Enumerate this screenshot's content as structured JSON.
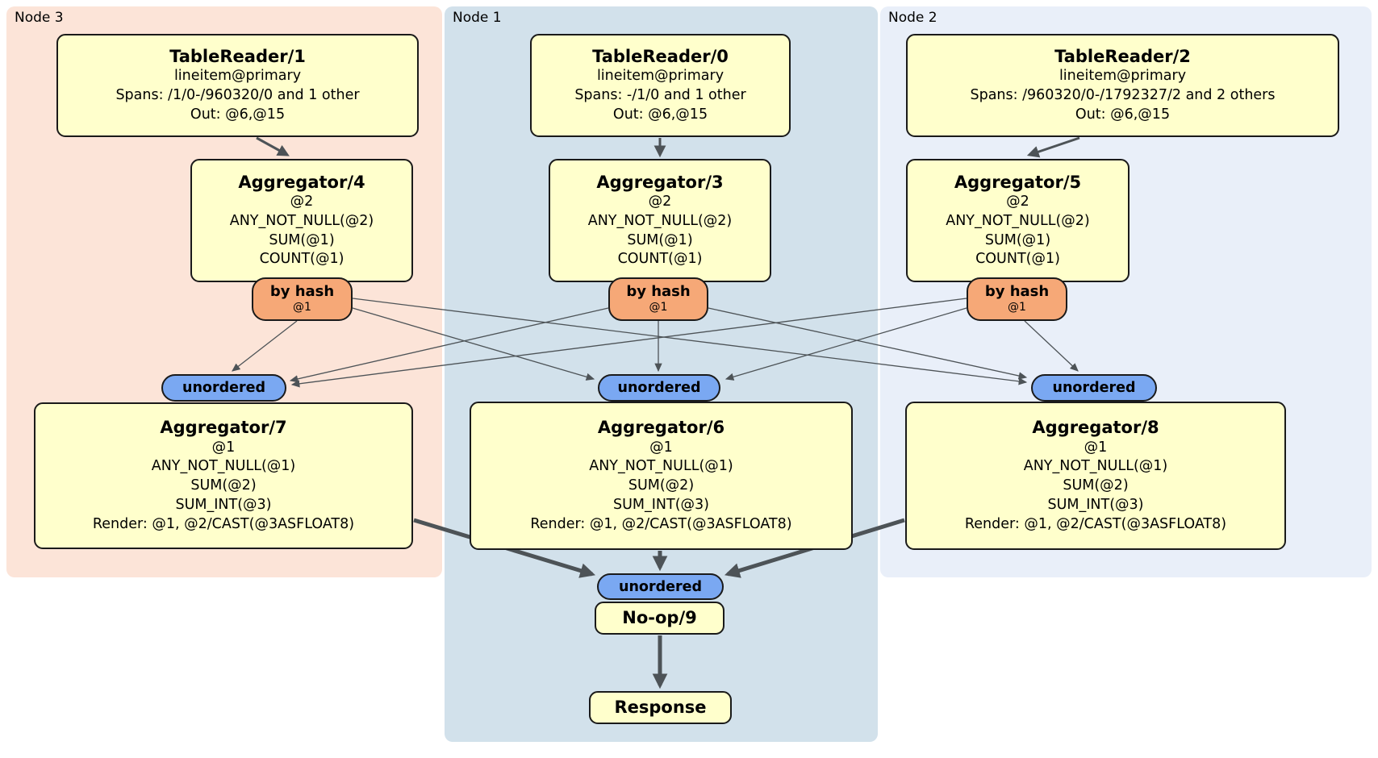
{
  "panels": [
    {
      "id": "node3",
      "label": "Node 3"
    },
    {
      "id": "node1",
      "label": "Node 1"
    },
    {
      "id": "node2",
      "label": "Node 2"
    }
  ],
  "processors": {
    "tr1": {
      "title": "TableReader/1",
      "lines": [
        "lineitem@primary",
        "Spans: /1/0-/960320/0 and 1 other",
        "Out: @6,@15"
      ]
    },
    "tr0": {
      "title": "TableReader/0",
      "lines": [
        "lineitem@primary",
        "Spans: -/1/0 and 1 other",
        "Out: @6,@15"
      ]
    },
    "tr2": {
      "title": "TableReader/2",
      "lines": [
        "lineitem@primary",
        "Spans: /960320/0-/1792327/2 and 2 others",
        "Out: @6,@15"
      ]
    },
    "agg4": {
      "title": "Aggregator/4",
      "lines": [
        "@2",
        "ANY_NOT_NULL(@2)",
        "SUM(@1)",
        "COUNT(@1)"
      ]
    },
    "agg3": {
      "title": "Aggregator/3",
      "lines": [
        "@2",
        "ANY_NOT_NULL(@2)",
        "SUM(@1)",
        "COUNT(@1)"
      ]
    },
    "agg5": {
      "title": "Aggregator/5",
      "lines": [
        "@2",
        "ANY_NOT_NULL(@2)",
        "SUM(@1)",
        "COUNT(@1)"
      ]
    },
    "agg7": {
      "title": "Aggregator/7",
      "lines": [
        "@1",
        "ANY_NOT_NULL(@1)",
        "SUM(@2)",
        "SUM_INT(@3)",
        "Render: @1, @2/CAST(@3ASFLOAT8)"
      ]
    },
    "agg6": {
      "title": "Aggregator/6",
      "lines": [
        "@1",
        "ANY_NOT_NULL(@1)",
        "SUM(@2)",
        "SUM_INT(@3)",
        "Render: @1, @2/CAST(@3ASFLOAT8)"
      ]
    },
    "agg8": {
      "title": "Aggregator/8",
      "lines": [
        "@1",
        "ANY_NOT_NULL(@1)",
        "SUM(@2)",
        "SUM_INT(@3)",
        "Render: @1, @2/CAST(@3ASFLOAT8)"
      ]
    },
    "noop": {
      "title": "No-op/9"
    },
    "response": {
      "title": "Response"
    }
  },
  "routers": [
    {
      "label": "by hash",
      "detail": "@1"
    },
    {
      "label": "by hash",
      "detail": "@1"
    },
    {
      "label": "by hash",
      "detail": "@1"
    }
  ],
  "streams": [
    {
      "label": "unordered"
    },
    {
      "label": "unordered"
    },
    {
      "label": "unordered"
    },
    {
      "label": "unordered"
    }
  ],
  "colors": {
    "panel3-bg": "#fce4d8",
    "panel1-bg": "#d2e1eb",
    "panel2-bg": "#e9eff9",
    "proc-bg": "#ffffcc",
    "router-bg": "#f6a877",
    "stream-bg": "#7aa8f2",
    "border": "#1a1a1a",
    "edge": "#4d5357"
  }
}
